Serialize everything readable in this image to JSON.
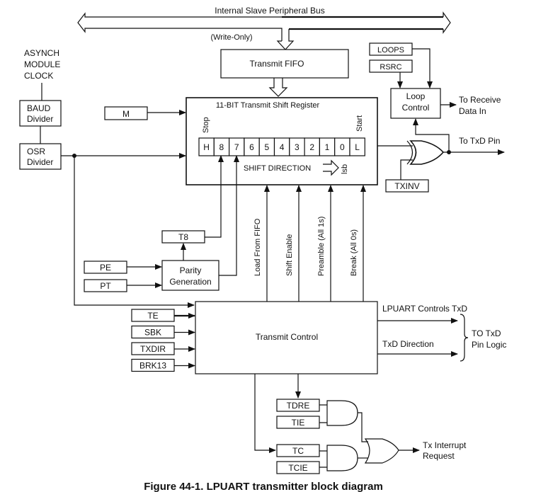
{
  "bus": {
    "label": "Internal Slave Peripheral Bus",
    "write_only": "(Write-Only)"
  },
  "fifo": {
    "label": "Transmit FIFO"
  },
  "clock": {
    "line1": "ASYNCH",
    "line2": "MODULE",
    "line3": "CLOCK"
  },
  "baud": {
    "line1": "BAUD",
    "line2": "Divider"
  },
  "osr": {
    "line1": "OSR",
    "line2": "Divider"
  },
  "m_reg": {
    "label": "M"
  },
  "shift_register": {
    "title": "11-BIT Transmit Shift Register",
    "stop_label": "Stop",
    "start_label": "Start",
    "bits": [
      "H",
      "8",
      "7",
      "6",
      "5",
      "4",
      "3",
      "2",
      "1",
      "0",
      "L"
    ],
    "direction_label": "SHIFT DIRECTION",
    "lsb_label": "lsb"
  },
  "loop": {
    "loops": "LOOPS",
    "rsrc": "RSRC",
    "control_line1": "Loop",
    "control_line2": "Control",
    "out_line1": "To Receive",
    "out_line2": "Data In"
  },
  "txd": {
    "pin_label": "To TxD Pin",
    "txinv": "TXINV"
  },
  "parity": {
    "t8": "T8",
    "pe": "PE",
    "pt": "PT",
    "gen_line1": "Parity",
    "gen_line2": "Generation"
  },
  "control_signals": [
    "Load From FIFO",
    "Shift Enable",
    "Preamble (All 1s)",
    "Break (All 0s)"
  ],
  "transmit_control": {
    "label": "Transmit Control",
    "inputs": [
      "TE",
      "SBK",
      "TXDIR",
      "BRK13"
    ],
    "out_controls": "LPUART Controls TxD",
    "out_direction": "TxD Direction",
    "pin_logic_line1": "TO TxD",
    "pin_logic_line2": "Pin Logic"
  },
  "interrupt": {
    "flags": [
      "TDRE",
      "TIE",
      "TC",
      "TCIE"
    ],
    "out_line1": "Tx Interrupt",
    "out_line2": "Request"
  },
  "caption": "Figure 44-1. LPUART transmitter block diagram"
}
